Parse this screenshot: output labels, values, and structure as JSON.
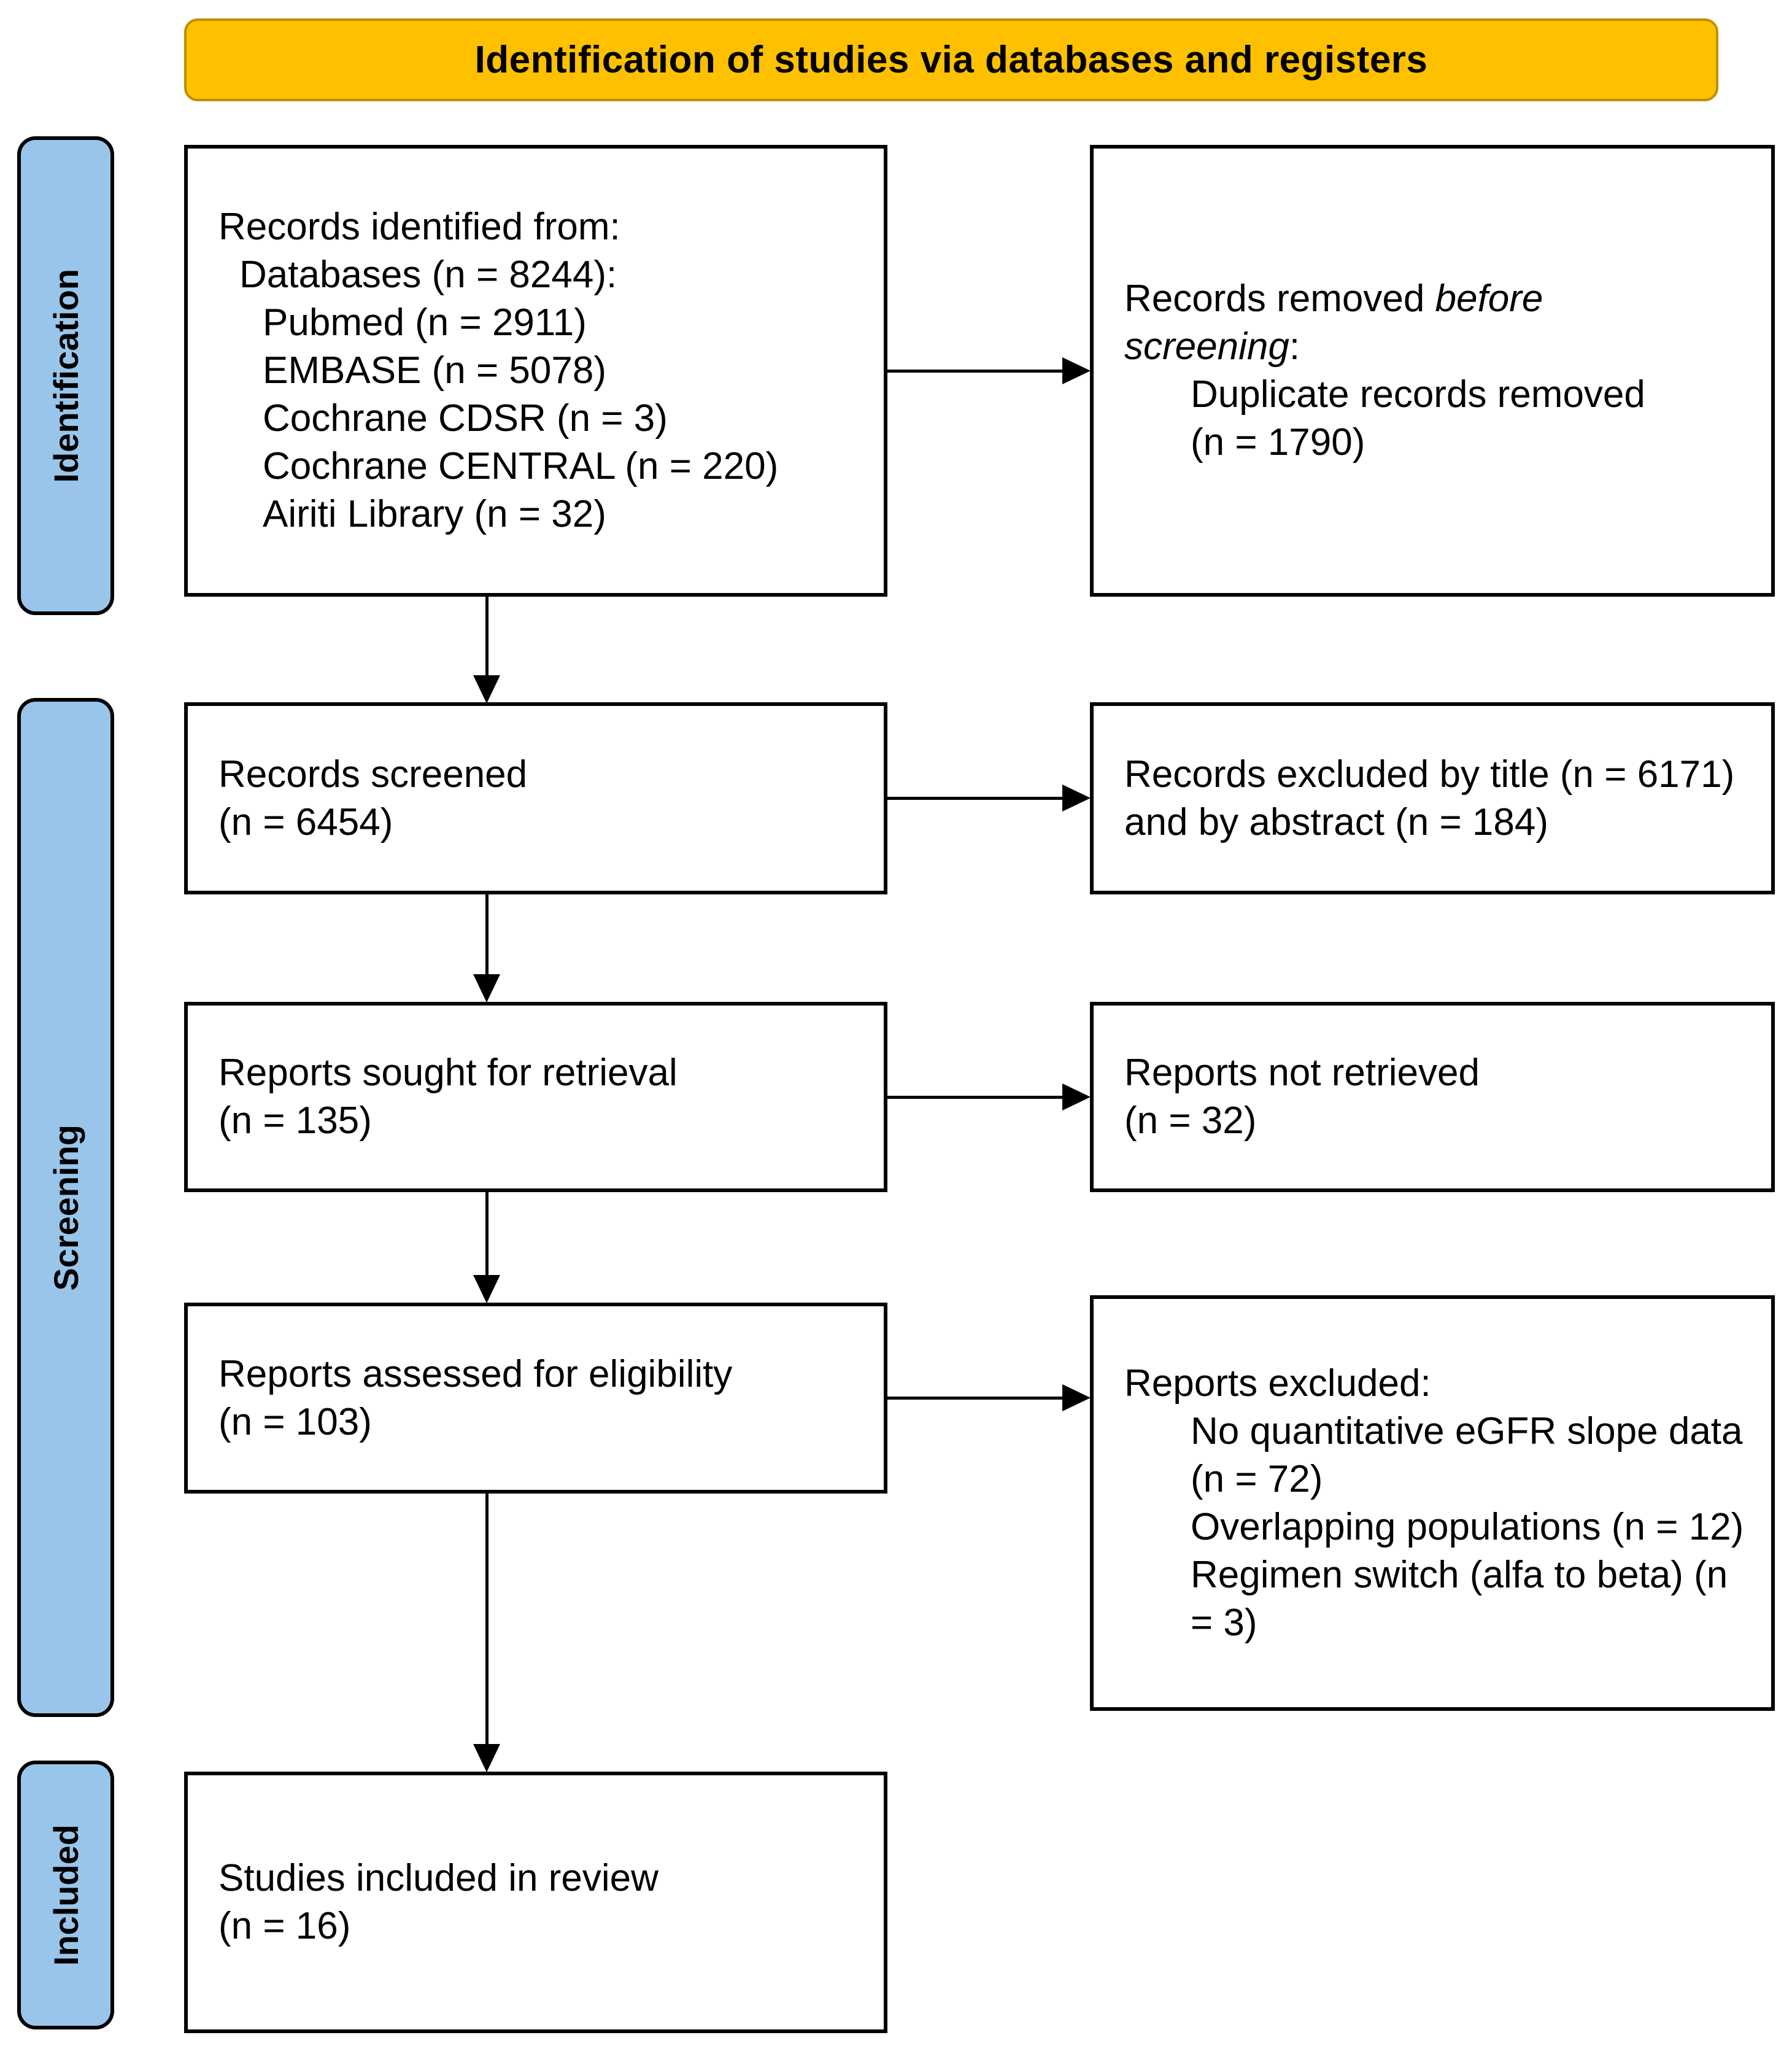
{
  "banner": {
    "title": "Identification of studies via databases and registers"
  },
  "stages": [
    {
      "id": "identification",
      "label": "Identification"
    },
    {
      "id": "screening",
      "label": "Screening"
    },
    {
      "id": "included",
      "label": "Included"
    }
  ],
  "colors": {
    "banner_fill": "#FFC000",
    "banner_border": "#BF8F00",
    "stage_fill": "#9AC5EA",
    "stage_border": "#000000",
    "box_bg": "#FFFFFF",
    "box_border": "#000000",
    "arrow": "#000000"
  },
  "boxes": {
    "identified": {
      "lines": [
        {
          "indent": 0,
          "segs": [
            {
              "t": "Records identified from:"
            }
          ]
        },
        {
          "indent": 1,
          "segs": [
            {
              "t": "Databases (n = 8244):"
            }
          ]
        },
        {
          "indent": 2,
          "segs": [
            {
              "t": "Pubmed (n = 2911)"
            }
          ]
        },
        {
          "indent": 2,
          "segs": [
            {
              "t": "EMBASE (n = 5078)"
            }
          ]
        },
        {
          "indent": 2,
          "segs": [
            {
              "t": "Cochrane CDSR (n = 3)"
            }
          ]
        },
        {
          "indent": 2,
          "segs": [
            {
              "t": "Cochrane CENTRAL (n = 220)"
            }
          ]
        },
        {
          "indent": 2,
          "segs": [
            {
              "t": "Airiti Library (n = 32)"
            }
          ]
        }
      ]
    },
    "removed_before_screening": {
      "lines": [
        {
          "indent": 0,
          "segs": [
            {
              "t": "Records removed "
            },
            {
              "t": "before",
              "italic": true
            }
          ]
        },
        {
          "indent": 0,
          "segs": [
            {
              "t": "screening",
              "italic": true
            },
            {
              "t": ":"
            }
          ]
        },
        {
          "indent": 3,
          "segs": [
            {
              "t": "Duplicate records removed"
            }
          ]
        },
        {
          "indent": 3,
          "segs": [
            {
              "t": "(n = 1790)"
            }
          ]
        }
      ]
    },
    "screened": {
      "lines": [
        {
          "indent": 0,
          "segs": [
            {
              "t": "Records screened"
            }
          ]
        },
        {
          "indent": 0,
          "segs": [
            {
              "t": "(n = 6454)"
            }
          ]
        }
      ]
    },
    "excluded_title_abstract": {
      "lines": [
        {
          "indent": 0,
          "segs": [
            {
              "t": "Records excluded by title (n = 6171) and by abstract (n = 184)"
            }
          ]
        }
      ]
    },
    "sought": {
      "lines": [
        {
          "indent": 0,
          "segs": [
            {
              "t": "Reports sought for retrieval"
            }
          ]
        },
        {
          "indent": 0,
          "segs": [
            {
              "t": "(n = 135)"
            }
          ]
        }
      ]
    },
    "not_retrieved": {
      "lines": [
        {
          "indent": 0,
          "segs": [
            {
              "t": "Reports not retrieved"
            }
          ]
        },
        {
          "indent": 0,
          "segs": [
            {
              "t": "(n = 32)"
            }
          ]
        }
      ]
    },
    "assessed": {
      "lines": [
        {
          "indent": 0,
          "segs": [
            {
              "t": "Reports assessed for eligibility"
            }
          ]
        },
        {
          "indent": 0,
          "segs": [
            {
              "t": "(n = 103)"
            }
          ]
        }
      ]
    },
    "reports_excluded": {
      "lines": [
        {
          "indent": 0,
          "segs": [
            {
              "t": "Reports excluded:"
            }
          ]
        },
        {
          "indent": 3,
          "segs": [
            {
              "t": "No quantitative eGFR slope data (n = 72)"
            }
          ]
        },
        {
          "indent": 3,
          "segs": [
            {
              "t": "Overlapping populations (n = 12)"
            }
          ]
        },
        {
          "indent": 3,
          "segs": [
            {
              "t": "Regimen switch (alfa to beta) (n = 3)"
            }
          ]
        }
      ]
    },
    "included_in_review": {
      "lines": [
        {
          "indent": 0,
          "segs": [
            {
              "t": "Studies included in review"
            }
          ]
        },
        {
          "indent": 0,
          "segs": [
            {
              "t": "(n = 16)"
            }
          ]
        }
      ]
    }
  }
}
